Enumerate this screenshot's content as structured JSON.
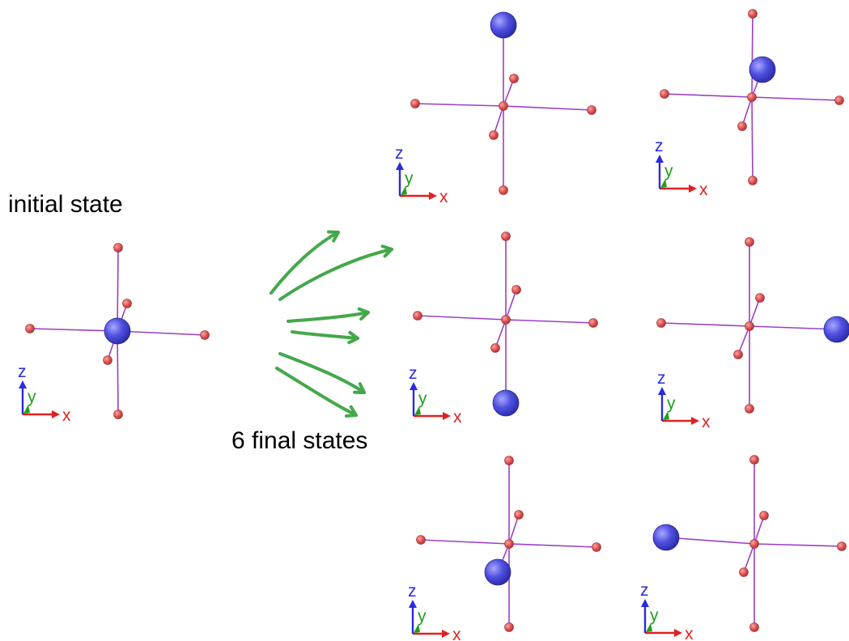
{
  "labels": {
    "initial": "initial state",
    "final": "6 final states"
  },
  "axis_labels": {
    "x": "x",
    "y": "y",
    "z": "z"
  },
  "colors": {
    "bond": "#9a3fc4",
    "site": "#e05555",
    "particle": "#5050e0",
    "arrow": "#44a84a",
    "axis_x": "#e02020",
    "axis_y": "#20a020",
    "axis_z": "#2a2ae0"
  },
  "initial_state": {
    "particle_site": "center"
  },
  "final_states": [
    {
      "particle_site": "+z"
    },
    {
      "particle_site": "+y"
    },
    {
      "particle_site": "-z"
    },
    {
      "particle_site": "+x"
    },
    {
      "particle_site": "-y"
    },
    {
      "particle_site": "-x"
    }
  ]
}
